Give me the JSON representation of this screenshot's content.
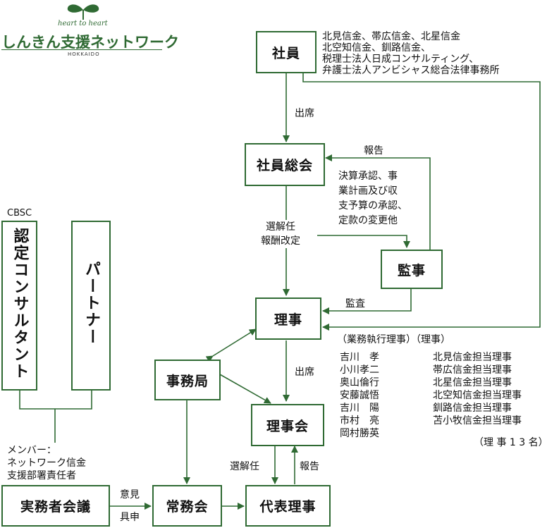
{
  "logo": {
    "tagline": "heart to heart",
    "name": "しんきん支援ネットワーク",
    "region": "HOKKAIDO"
  },
  "nodes": {
    "shain": "社員",
    "shain_sokai": "社員総会",
    "kanji": "監事",
    "riji": "理事",
    "jimukyoku": "事務局",
    "rijikai": "理事会",
    "jomukai": "常務会",
    "daihyo_riji": "代表理事",
    "jitsumusha_kaigi": "実務者会議",
    "nintei_consultant": "認定コンサルタント",
    "partner": "パートナー"
  },
  "labels": {
    "members_list": "北見信金、帯広信金、北星信金\n北空知信金、釧路信金、\n税理士法人日成コンサルティング、\n弁護士法人アンビシャス総合法律事務所",
    "shusseki_1": "出席",
    "hokoku_1": "報告",
    "duties": "決算承認、事\n業計画及び収\n支予算の承認、\n定款の変更他",
    "sennin": "選解任\n報酬改定",
    "kansa": "監査",
    "shusseki_2": "出席",
    "senkainin": "選解任",
    "hokoku_2": "報告",
    "iken": "意見",
    "gushin": "具申",
    "cbsc": "CBSC",
    "members_note": "メンバー：\nネットワーク信金\n支援部署責任者"
  },
  "directors": {
    "header": "（業務執行理事）（理事）",
    "executive": [
      "吉川　孝",
      "小川孝二",
      "奥山倫行",
      "安藤誠悟",
      "吉川　陽",
      "市村　亮",
      "岡村勝英"
    ],
    "regular": [
      "北見信金担当理事",
      "帯広信金担当理事",
      "北星信金担当理事",
      "北空知信金担当理事",
      "釧路信金担当理事",
      "苫小牧信金担当理事"
    ],
    "count": "（理 事 1 3 名）"
  },
  "colors": {
    "line": "#2f6a33",
    "text": "#111111"
  }
}
